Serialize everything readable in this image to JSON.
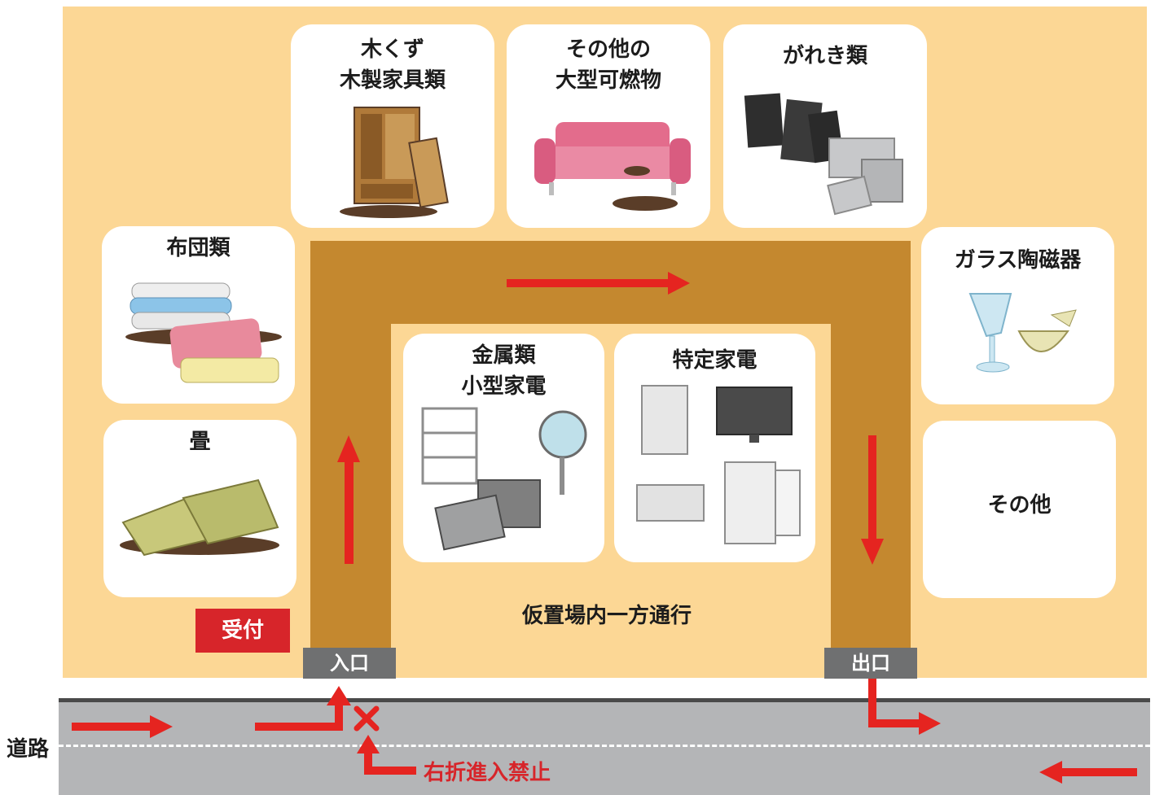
{
  "cards": {
    "wood": "木くず\n木製家具類",
    "combustible": "その他の\n大型可燃物",
    "rubble": "がれき類",
    "bedding": "布団類",
    "tatami": "畳",
    "glass": "ガラス陶磁器",
    "other": "その他",
    "metal": "金属類\n小型家電",
    "appliances": "特定家電"
  },
  "gates": {
    "entrance": "入口",
    "exit": "出口"
  },
  "reception": "受付",
  "one_way": "仮置場内一方通行",
  "road": {
    "label": "道路",
    "no_right_turn": "右折進入禁止"
  },
  "colors": {
    "site": "#fcd795",
    "lane": "#c4882f",
    "arrow": "#e52420",
    "road": "#b4b5b7",
    "gate": "#6f7071"
  }
}
